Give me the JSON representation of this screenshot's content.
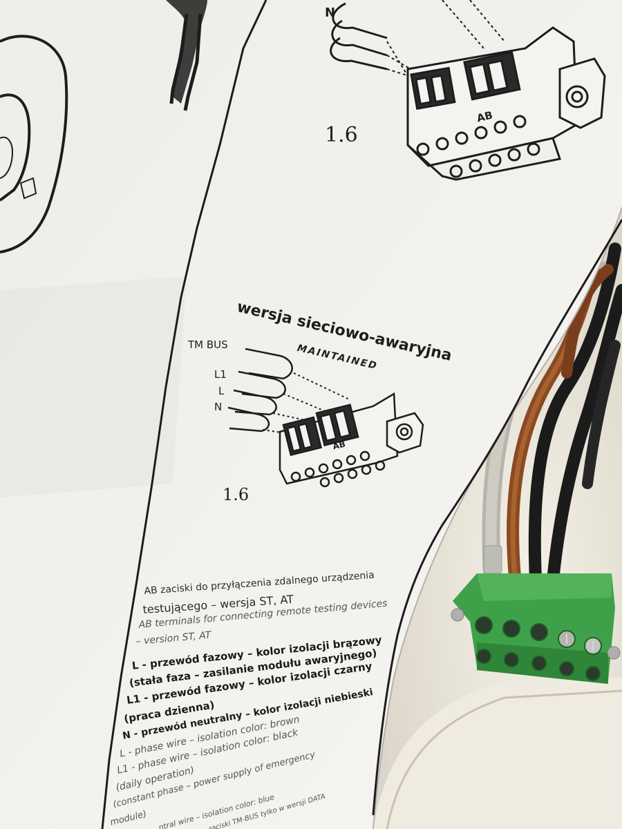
{
  "top_diagram": {
    "wire_label": "N",
    "terminal_label": "AB",
    "figure_number": "1.6"
  },
  "main_diagram": {
    "title": "wersja sieciowo-awaryjna",
    "subtitle": "MAINTAINED",
    "wire_labels": [
      "TM BUS",
      "L1",
      "L",
      "N"
    ],
    "terminal_label": "AB",
    "figure_number": "1.6"
  },
  "legend": {
    "lines": [
      "AB zaciski do przyłączenia zdalnego urządzenia",
      "testującego – wersja ST, AT",
      "AB terminals for connecting remote testing devices",
      "– version ST, AT",
      "L - przewód fazowy – kolor izolacji brązowy",
      "(stała faza – zasilanie modułu awaryjnego)",
      "L1 - przewód fazowy – kolor izolacji czarny",
      "(praca dzienna)",
      "N - przewód neutralny – kolor izolacji niebieski",
      "L - phase wire – isolation color: brown",
      "L1 - phase wire – isolation color: black",
      "(daily operation)",
      "(constant phase – power supply of emergency",
      "module)",
      "ntral wire – isolation color: blue",
      "zaciski TM-BUS tylko w wersji DATA"
    ]
  },
  "colors": {
    "paper": "#f2f1ee",
    "ink": "#1e1e1e",
    "connector_green": "#3fa04a",
    "wire_brown": "#8a4a22",
    "wire_black": "#1b1b1b",
    "background": "#d9d6d0"
  }
}
